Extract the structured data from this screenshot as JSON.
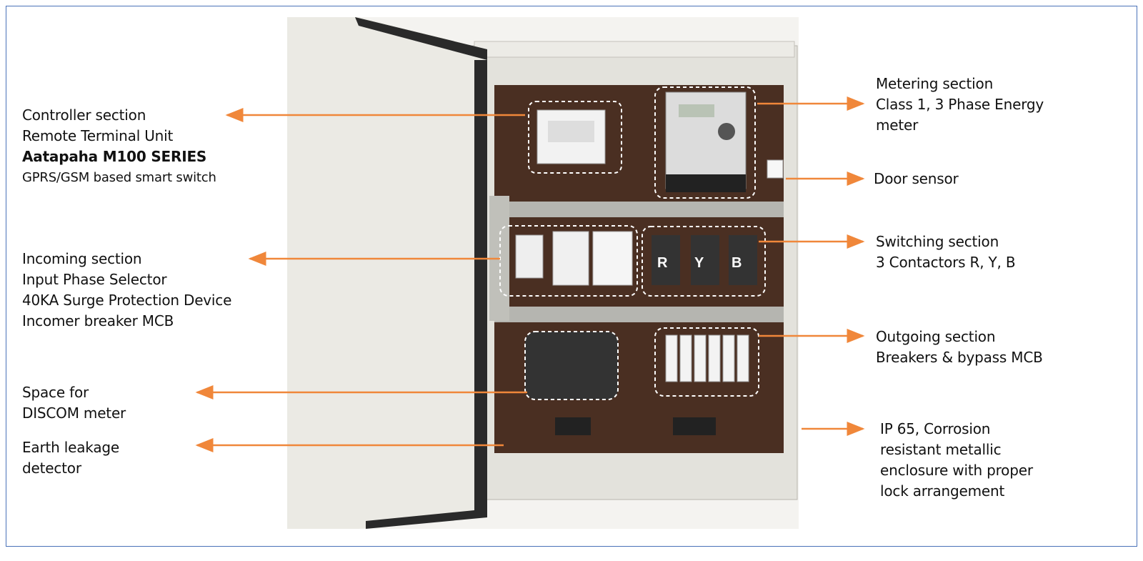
{
  "left_labels": {
    "controller": [
      "Controller section",
      "Remote Terminal Unit",
      "Aatapaha M100 SERIES",
      "GPRS/GSM based smart switch"
    ],
    "incoming": [
      "Incoming section",
      "Input Phase Selector",
      "40KA Surge Protection Device",
      "Incomer breaker MCB"
    ],
    "discom": [
      "Space for",
      "DISCOM meter"
    ],
    "earth": [
      "Earth leakage",
      "detector"
    ]
  },
  "right_labels": {
    "metering": [
      "Metering section",
      "Class 1, 3 Phase Energy",
      "meter"
    ],
    "door": [
      "Door sensor"
    ],
    "switching": [
      "Switching section",
      "3 Contactors R, Y, B"
    ],
    "outgoing": [
      "Outgoing section",
      "Breakers & bypass MCB"
    ],
    "enclosure": [
      "IP 65, Corrosion",
      "resistant metallic",
      "enclosure with proper",
      "lock arrangement"
    ]
  },
  "contactor_labels": [
    "R",
    "Y",
    "B"
  ],
  "colors": {
    "arrow": "#f0873a",
    "frame": "#4a72b8",
    "backplate": "#4a2f22"
  }
}
